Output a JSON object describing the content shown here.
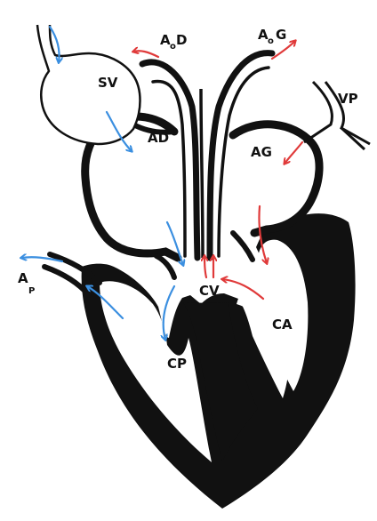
{
  "labels": {
    "sv": "SV",
    "ad": "AD",
    "ag": "AG",
    "vp": "VP",
    "ap_main": "A",
    "ap_sub": "P",
    "aod_main": "A",
    "aod_sub": "o",
    "aod_end": "D",
    "aog_main": "A",
    "aog_sub": "o",
    "aog_end": "G",
    "cv": "CV",
    "cp": "CP",
    "ca": "CA"
  },
  "colors": {
    "ink": "#111111",
    "deoxygenated_flow": "#3b8fe0",
    "oxygenated_flow": "#e03a3a",
    "background": "#ffffff"
  }
}
